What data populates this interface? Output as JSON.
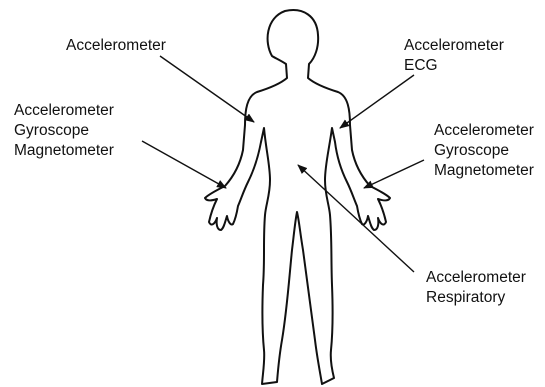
{
  "labels": {
    "top_left": [
      "Accelerometer"
    ],
    "top_right": [
      "Accelerometer",
      "ECG"
    ],
    "mid_left": [
      "Accelerometer",
      "Gyroscope",
      "Magnetometer"
    ],
    "mid_right": [
      "Accelerometer",
      "Gyroscope",
      "Magnetometer"
    ],
    "bottom_right": [
      "Accelerometer",
      "Respiratory"
    ]
  },
  "icons": {
    "figure": "human-body-outline-icon"
  },
  "colors": {
    "outline": "#111111",
    "background": "#ffffff"
  }
}
